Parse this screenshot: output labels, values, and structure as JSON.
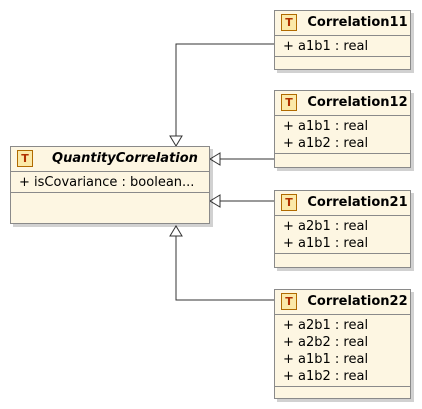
{
  "diagram": {
    "base_class": {
      "name": "QuantityCorrelation",
      "stereotype_icon": "T",
      "attributes": [
        "+ isCovariance : boolean..."
      ]
    },
    "subclasses": [
      {
        "name": "Correlation11",
        "stereotype_icon": "T",
        "attributes": [
          "+ a1b1 : real"
        ]
      },
      {
        "name": "Correlation12",
        "stereotype_icon": "T",
        "attributes": [
          "+ a1b1 : real",
          "+ a1b2 : real"
        ]
      },
      {
        "name": "Correlation21",
        "stereotype_icon": "T",
        "attributes": [
          "+ a2b1 : real",
          "+ a1b1 : real"
        ]
      },
      {
        "name": "Correlation22",
        "stereotype_icon": "T",
        "attributes": [
          "+ a2b1 : real",
          "+ a2b2 : real",
          "+ a1b1 : real",
          "+ a1b2 : real"
        ]
      }
    ],
    "relation": "generalization",
    "colors": {
      "class_fill": "#fdf6e2",
      "class_border": "#8a8a8a",
      "icon_fill": "#fbe9a8",
      "icon_text": "#b03000",
      "connector": "#333333"
    }
  }
}
